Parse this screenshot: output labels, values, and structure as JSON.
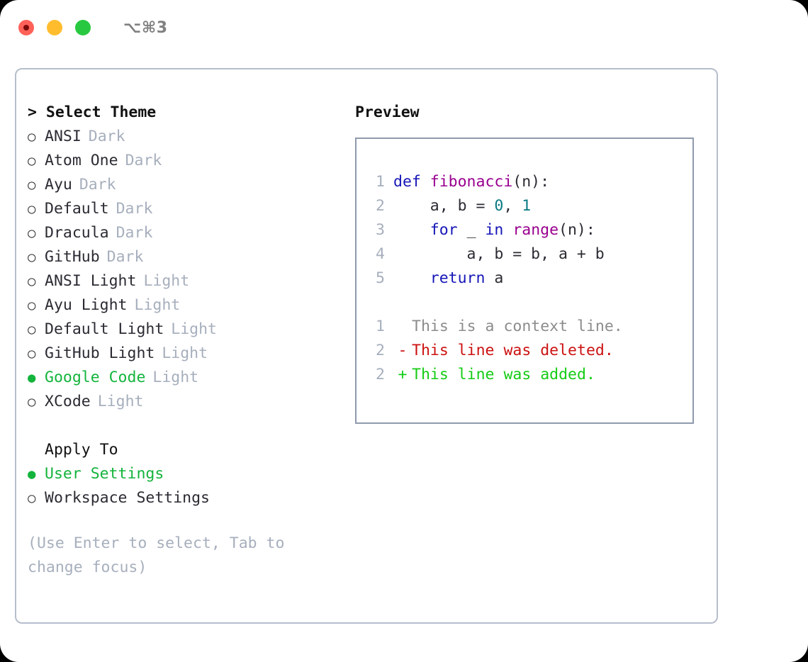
{
  "titlebar": {
    "shortcut": "⌥⌘3",
    "buttons": [
      {
        "name": "close",
        "color": "#FF6159"
      },
      {
        "name": "minimize",
        "color": "#FFBD2E"
      },
      {
        "name": "maximize",
        "color": "#28C940"
      }
    ]
  },
  "theme_picker": {
    "heading": "Select Theme",
    "caret": ">",
    "marker_selected": "●",
    "marker_unselected": "○",
    "items": [
      {
        "label": "ANSI",
        "variant": "Dark",
        "selected": false
      },
      {
        "label": "Atom One",
        "variant": "Dark",
        "selected": false
      },
      {
        "label": "Ayu",
        "variant": "Dark",
        "selected": false
      },
      {
        "label": "Default",
        "variant": "Dark",
        "selected": false
      },
      {
        "label": "Dracula",
        "variant": "Dark",
        "selected": false
      },
      {
        "label": "GitHub",
        "variant": "Dark",
        "selected": false
      },
      {
        "label": "ANSI Light",
        "variant": "Light",
        "selected": false
      },
      {
        "label": "Ayu Light",
        "variant": "Light",
        "selected": false
      },
      {
        "label": "Default Light",
        "variant": "Light",
        "selected": false
      },
      {
        "label": "GitHub Light",
        "variant": "Light",
        "selected": false
      },
      {
        "label": "Google Code",
        "variant": "Light",
        "selected": true
      },
      {
        "label": "XCode",
        "variant": "Light",
        "selected": false
      }
    ]
  },
  "apply_to": {
    "heading": "Apply To",
    "items": [
      {
        "label": "User Settings",
        "selected": true
      },
      {
        "label": "Workspace Settings",
        "selected": false
      }
    ]
  },
  "hint": "(Use Enter to select, Tab to change focus)",
  "preview": {
    "title": "Preview",
    "code_lines": [
      {
        "number": "1",
        "tokens": [
          {
            "text": "def ",
            "kind": "kw"
          },
          {
            "text": "fibonacci",
            "kind": "fn"
          },
          {
            "text": "(n):",
            "kind": "pl"
          }
        ]
      },
      {
        "number": "2",
        "tokens": [
          {
            "text": "    a, b = ",
            "kind": "pl"
          },
          {
            "text": "0",
            "kind": "num"
          },
          {
            "text": ", ",
            "kind": "pl"
          },
          {
            "text": "1",
            "kind": "num"
          }
        ]
      },
      {
        "number": "3",
        "tokens": [
          {
            "text": "    ",
            "kind": "pl"
          },
          {
            "text": "for",
            "kind": "kw"
          },
          {
            "text": " _ ",
            "kind": "pl"
          },
          {
            "text": "in",
            "kind": "kw"
          },
          {
            "text": " ",
            "kind": "pl"
          },
          {
            "text": "range",
            "kind": "fn"
          },
          {
            "text": "(n):",
            "kind": "pl"
          }
        ]
      },
      {
        "number": "4",
        "tokens": [
          {
            "text": "        a, b = b, a + b",
            "kind": "pl"
          }
        ]
      },
      {
        "number": "5",
        "tokens": [
          {
            "text": "    ",
            "kind": "pl"
          },
          {
            "text": "return",
            "kind": "kw"
          },
          {
            "text": " a",
            "kind": "pl"
          }
        ]
      }
    ],
    "diff_lines": [
      {
        "number": "1",
        "sign": " ",
        "text": "This is a context line.",
        "kind": "ctx"
      },
      {
        "number": "2",
        "sign": "-",
        "text": "This line was deleted.",
        "kind": "del"
      },
      {
        "number": "2",
        "sign": "+",
        "text": "This line was added.",
        "kind": "add"
      }
    ]
  },
  "colors": {
    "accent_green": "#13B43C",
    "muted": "#A7AFBD",
    "keyword": "#1616B8",
    "function": "#99008F",
    "number": "#0B7A82",
    "diff_add": "#15CC15",
    "diff_del": "#CC1111",
    "frame_border": "#B6BECC",
    "preview_border": "#8F9AAD"
  }
}
